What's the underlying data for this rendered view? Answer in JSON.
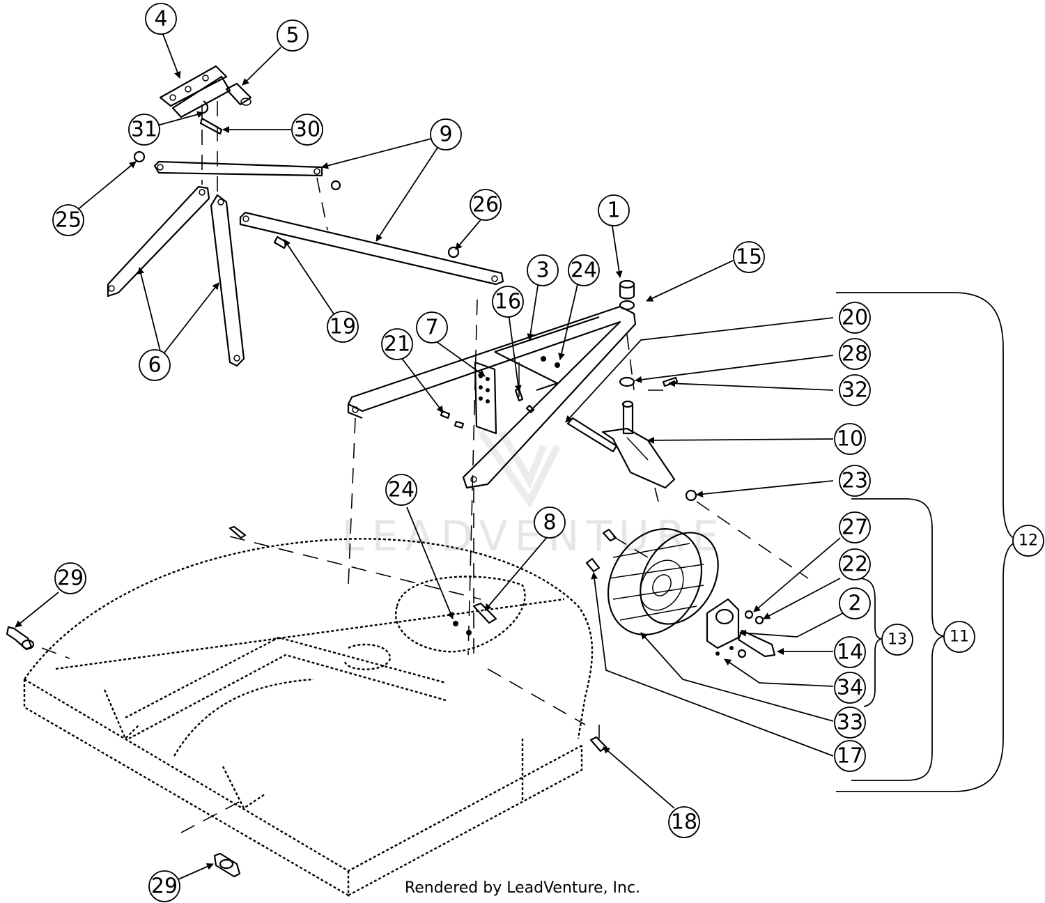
{
  "diagram": {
    "watermark": "LEADVENTURE",
    "footer": "Rendered by LeadVenture, Inc.",
    "callouts": {
      "c1": "1",
      "c2": "2",
      "c3": "3",
      "c4": "4",
      "c5": "5",
      "c6": "6",
      "c7": "7",
      "c8": "8",
      "c9": "9",
      "c10": "10",
      "c11": "11",
      "c12": "12",
      "c13": "13",
      "c14": "14",
      "c15": "15",
      "c16": "16",
      "c17": "17",
      "c18": "18",
      "c19": "19",
      "c20": "20",
      "c21": "21",
      "c22": "22",
      "c23": "23",
      "c24a": "24",
      "c24b": "24",
      "c25": "25",
      "c26": "26",
      "c27": "27",
      "c28": "28",
      "c29a": "29",
      "c29b": "29",
      "c30": "30",
      "c31": "31",
      "c32": "32",
      "c33": "33",
      "c34": "34"
    }
  }
}
